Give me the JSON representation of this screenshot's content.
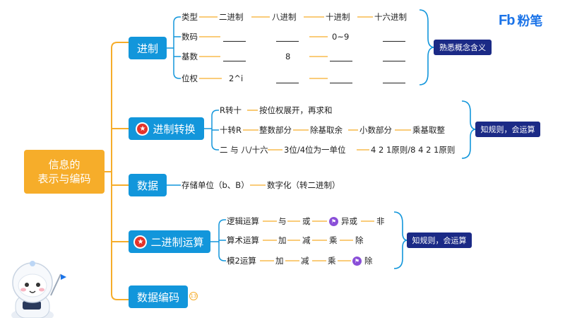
{
  "brand": {
    "mark": "Fb",
    "name": "粉笔"
  },
  "root": {
    "line1": "信息的",
    "line2": "表示与编码"
  },
  "topics": {
    "jinzhi": "进制",
    "zhuanhuan": "进制转换",
    "shuju": "数据",
    "yunsuan": "二进制运算",
    "bianma": "数据编码"
  },
  "jinzhi_table": {
    "row_labels": [
      "类型",
      "数码",
      "基数",
      "位权"
    ],
    "headers": [
      "二进制",
      "八进制",
      "十进制",
      "十六进制"
    ],
    "cells": {
      "r1c3": "0~9",
      "r2c2": "8",
      "r3c1": "2^i"
    },
    "note": "熟悉概念含义"
  },
  "zhuanhuan": {
    "rows": [
      [
        "R转十",
        "按位权展开，再求和"
      ],
      [
        "十转R",
        "整数部分",
        "除基取余",
        "小数部分",
        "乘基取整"
      ],
      [
        "二 与 八/十六",
        "3位/4位为一单位",
        "4 2 1原则/8 4 2 1原则"
      ]
    ],
    "note": "知规则，会运算"
  },
  "shuju": {
    "items": [
      "存储单位（b、B）",
      "数字化（转二进制）"
    ]
  },
  "yunsuan": {
    "rows": [
      [
        "逻辑运算",
        "与",
        "或",
        "异或",
        "非"
      ],
      [
        "算术运算",
        "加",
        "减",
        "乘",
        "除"
      ],
      [
        "模2运算",
        "加",
        "减",
        "乘",
        "除"
      ]
    ],
    "note": "知规则，会运算"
  },
  "icons": {
    "star": "star-badge-icon",
    "flag": "flag-marker-icon"
  },
  "colors": {
    "root": "#f6ad2a",
    "topic": "#1296db",
    "note": "#1b2a86",
    "star": "#e5332a",
    "flag": "#8a4fd8"
  }
}
